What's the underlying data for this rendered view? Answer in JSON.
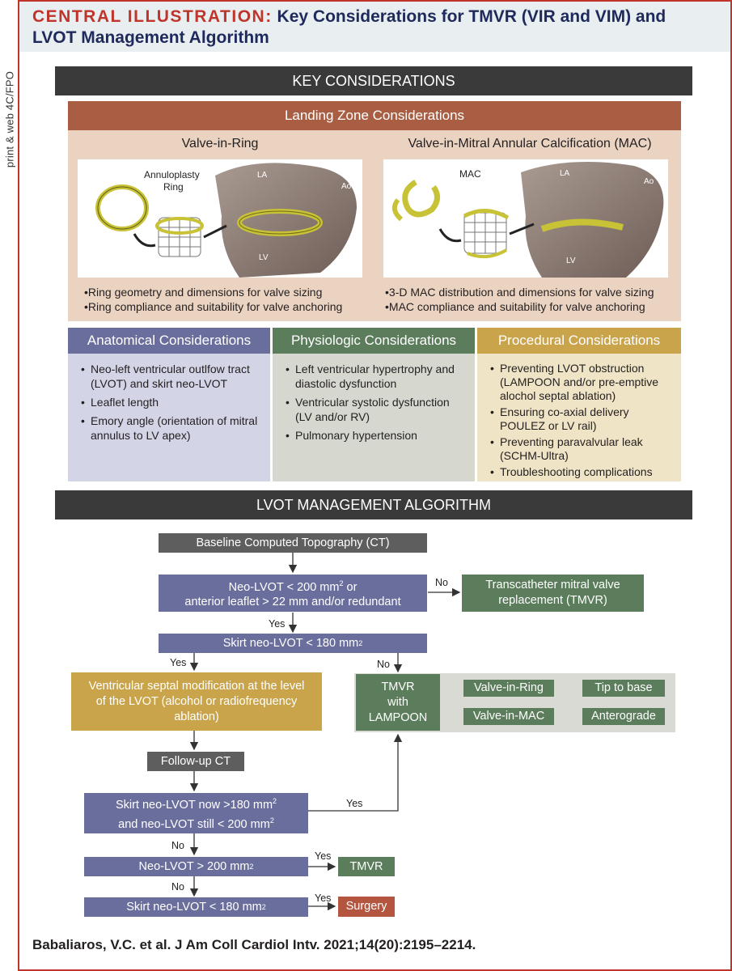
{
  "side_label": "print & web 4C/FPO",
  "title": {
    "prefix": "CENTRAL ILLUSTRATION:",
    "line1": "Key Considerations for TMVR (VIR and VIM) and",
    "line2": "LVOT Management Algorithm"
  },
  "key_considerations": {
    "header": "KEY CONSIDERATIONS",
    "landing_zone": {
      "header": "Landing Zone Considerations",
      "valve_in_ring": {
        "title": "Valve-in-Ring",
        "image_labels": [
          "Annuloplasty",
          "Ring",
          "LA",
          "Ao",
          "LV"
        ],
        "bullets": [
          "Ring geometry and dimensions for valve sizing",
          "Ring compliance and suitability for valve anchoring"
        ]
      },
      "valve_in_mac": {
        "title": "Valve-in-Mitral Annular Calcification (MAC)",
        "image_labels": [
          "MAC",
          "LA",
          "Ao",
          "LV"
        ],
        "bullets": [
          "3-D MAC distribution and dimensions for valve sizing",
          "MAC compliance and suitability for valve anchoring"
        ]
      }
    },
    "anatomical": {
      "header": "Anatomical Considerations",
      "bullets": [
        "Neo-left ventricular outlfow tract (LVOT) and skirt neo-LVOT",
        "Leaflet length",
        "Emory angle (orientation of mitral annulus to LV apex)"
      ]
    },
    "physiologic": {
      "header": "Physiologic Considerations",
      "bullets": [
        "Left ventricular hypertrophy and diastolic dysfunction",
        "Ventricular systolic dysfunction (LV and/or RV)",
        "Pulmonary hypertension"
      ]
    },
    "procedural": {
      "header": "Procedural Considerations",
      "bullets": [
        "Preventing LVOT obstruction (LAMPOON and/or pre-emptive alochol septal ablation)",
        "Ensuring co-axial delivery POULEZ or LV rail)",
        "Preventing paravalvular leak (SCHM-Ultra)",
        "Troubleshooting complications"
      ]
    }
  },
  "algorithm": {
    "header": "LVOT MANAGEMENT ALGORITHM",
    "baseline": "Baseline Computed Topography (CT)",
    "neo_lvot_q": {
      "line1": "Neo-LVOT < 200 mm",
      "line1_sup": "2",
      "line1_tail": " or",
      "line2": "anterior leaflet > 22 mm and/or redundant"
    },
    "tmvr_full": "Transcatheter mitral valve replacement (TMVR)",
    "skirt_q": {
      "text": "Skirt neo-LVOT < 180 mm",
      "sup": "2"
    },
    "septal_mod": "Ventricular septal modification at the level of the LVOT (alcohol or radiofrequency ablation)",
    "tmvr_lampoon": {
      "line1": "TMVR",
      "line2": "with",
      "line3": "LAMPOON"
    },
    "valve_in_ring": "Valve-in-Ring",
    "valve_in_mac": "Valve-in-MAC",
    "tip_to_base": "Tip to base",
    "antegrade": "Anterograde",
    "follow_up": "Follow-up CT",
    "skirt_now": {
      "line1": "Skirt neo-LVOT now >180 mm",
      "line2": "and neo-LVOT still < 200 mm",
      "sup": "2"
    },
    "neo_gt": {
      "text": "Neo-LVOT > 200 mm",
      "sup": "2"
    },
    "tmvr_short": "TMVR",
    "skirt_final": {
      "text": "Skirt neo-LVOT < 180 mm",
      "sup": "2"
    },
    "surgery": "Surgery",
    "labels": {
      "yes": "Yes",
      "no": "No"
    }
  },
  "citation": "Babaliaros, V.C. et al. J Am Coll Cardiol Intv. 2021;14(20):2195–2214.",
  "colors": {
    "accent_red": "#c0352b",
    "title_navy": "#1f2a5c",
    "landing_bg": "#ead3c1",
    "landing_head": "#a95e43",
    "anatomical_head": "#6a6e9c",
    "anatomical_bg": "#d3d4e6",
    "physiologic_head": "#5b7d5c",
    "physiologic_bg": "#d6d8d0",
    "procedural_head": "#c9a44a",
    "procedural_bg": "#f0e4c6",
    "surgery": "#b3553f"
  }
}
